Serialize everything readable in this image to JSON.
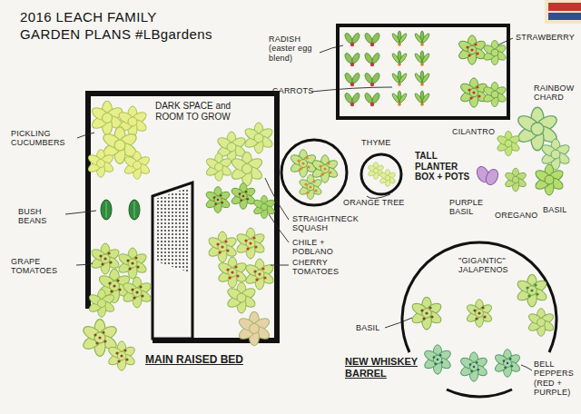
{
  "diagram": {
    "title": "2016 LEACH FAMILY GARDEN PLANS #LBgardens",
    "nodes": [
      {
        "text": [
          "DARK SPACE and ROOM TO GROW",
          "MAIN RAISED BED"
        ]
      },
      {
        "text": [
          "TALL PLANTER BOX + POTS"
        ]
      },
      {
        "text": [
          "NEW WHISKEY BARREL"
        ]
      }
    ],
    "labels": [
      "RADISH (easter egg blend)",
      "CARROTS",
      "STRAWBERRY",
      "RAINBOW CHARD",
      "THYME",
      "CILANTRO",
      "ORANGE TREE",
      "PURPLE BASIL",
      "OREGANO",
      "BASIL",
      "PICKLING CUCUMBERS",
      "BUSH BEANS",
      "GRAPE TOMATOES",
      "STRAIGHTNECK SQUASH",
      "CHILE + POBLANO",
      "CHERRY TOMATOES",
      "\"GIGANTIC\" JALAPENOS",
      "BASIL",
      "BELL PEPPERS (RED + PURPLE)"
    ]
  }
}
